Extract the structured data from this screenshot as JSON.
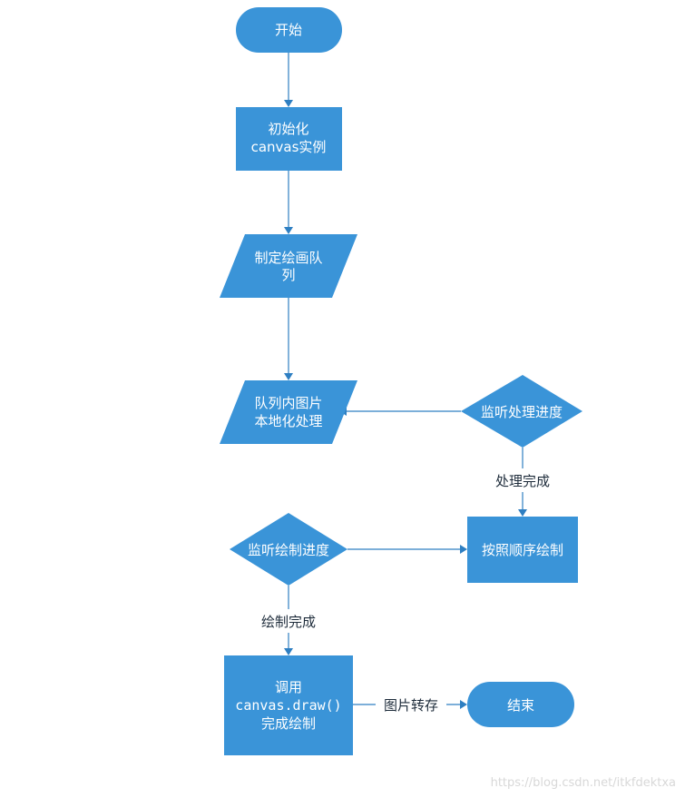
{
  "nodes": {
    "start": "开始",
    "init_line1": "初始化",
    "init_line2": "canvas实例",
    "queue_line1": "制定绘画队",
    "queue_line2": "列",
    "local_line1": "队列内图片",
    "local_line2": "本地化处理",
    "listen_process": "监听处理进度",
    "draw_order": "按照顺序绘制",
    "listen_draw": "监听绘制进度",
    "call_line1": "调用",
    "call_line2": "canvas.draw()",
    "call_line3": "完成绘制",
    "end": "结束"
  },
  "edges": {
    "process_done": "处理完成",
    "draw_done": "绘制完成",
    "image_save": "图片转存"
  },
  "watermark": "https://blog.csdn.net/itkfdektxa",
  "colors": {
    "shape": "#3a94d8",
    "line": "#2e7fc2",
    "text": "#ffffff"
  }
}
